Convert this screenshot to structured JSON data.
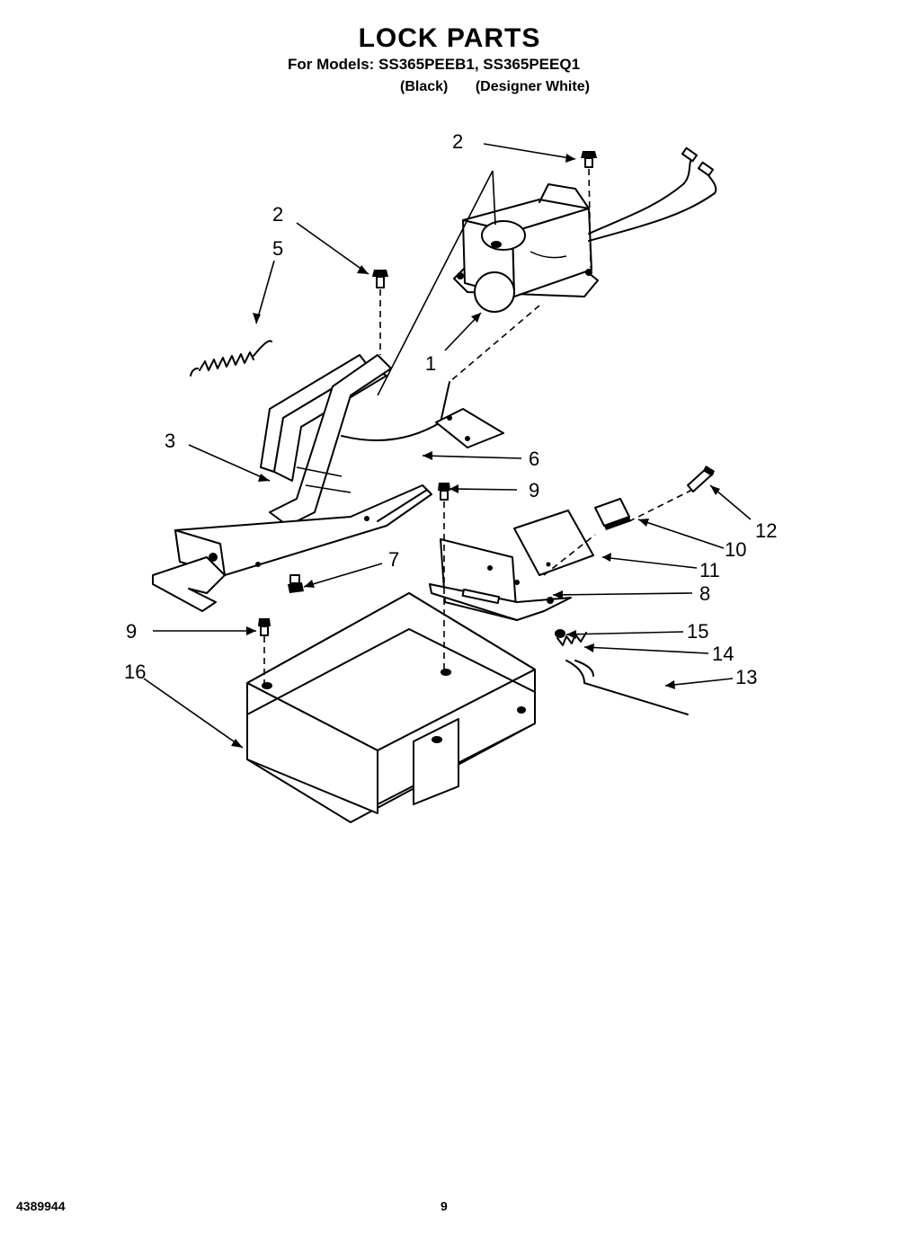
{
  "header": {
    "title": "LOCK PARTS",
    "models": "For Models: SS365PEEB1, SS365PEEQ1",
    "variant_black": "(Black)",
    "variant_white": "(Designer White)"
  },
  "footer": {
    "doc_number": "4389944",
    "page_number": "9"
  },
  "callouts": {
    "c1": "1",
    "c2a": "2",
    "c2b": "2",
    "c3": "3",
    "c5": "5",
    "c6": "6",
    "c7": "7",
    "c8": "8",
    "c9a": "9",
    "c9b": "9",
    "c10": "10",
    "c11": "11",
    "c12": "12",
    "c13": "13",
    "c14": "14",
    "c15": "15",
    "c16": "16"
  }
}
